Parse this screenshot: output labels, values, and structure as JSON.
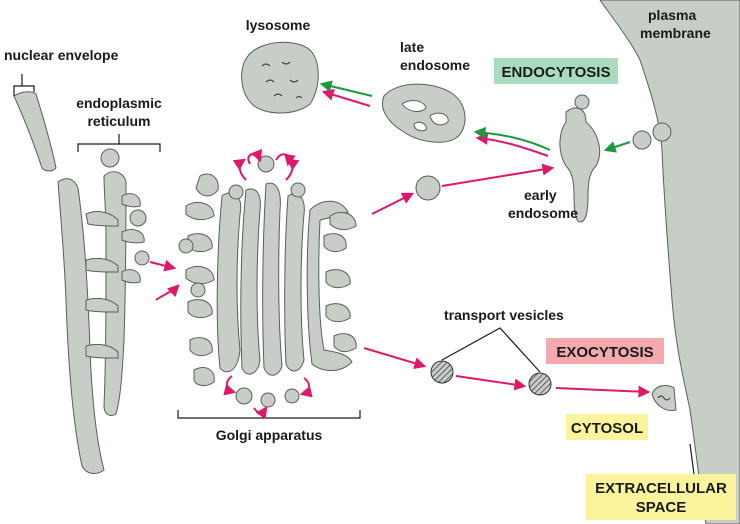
{
  "labels": {
    "nuclear_envelope": "nuclear envelope",
    "er_line1": "endoplasmic",
    "er_line2": "reticulum",
    "lysosome": "lysosome",
    "late_endosome_line1": "late",
    "late_endosome_line2": "endosome",
    "early_endosome_line1": "early",
    "early_endosome_line2": "endosome",
    "plasma_membrane_line1": "plasma",
    "plasma_membrane_line2": "membrane",
    "transport_vesicles": "transport vesicles",
    "golgi_apparatus": "Golgi apparatus",
    "extracellular_line1": "EXTRACELLULAR",
    "extracellular_line2": "SPACE"
  },
  "boxes": {
    "endocytosis": "ENDOCYTOSIS",
    "exocytosis": "EXOCYTOSIS",
    "cytosol": "CYTOSOL"
  },
  "colors": {
    "organelle_fill": "#c8cdc8",
    "secretory_arrow": "#e0186c",
    "endocytic_arrow": "#1a9a3c",
    "endocytosis_box": "#a9dcbf",
    "exocytosis_box": "#f4a9ae",
    "cytosol_box": "#fbf49c",
    "extracellular_box": "#fbf49c"
  }
}
